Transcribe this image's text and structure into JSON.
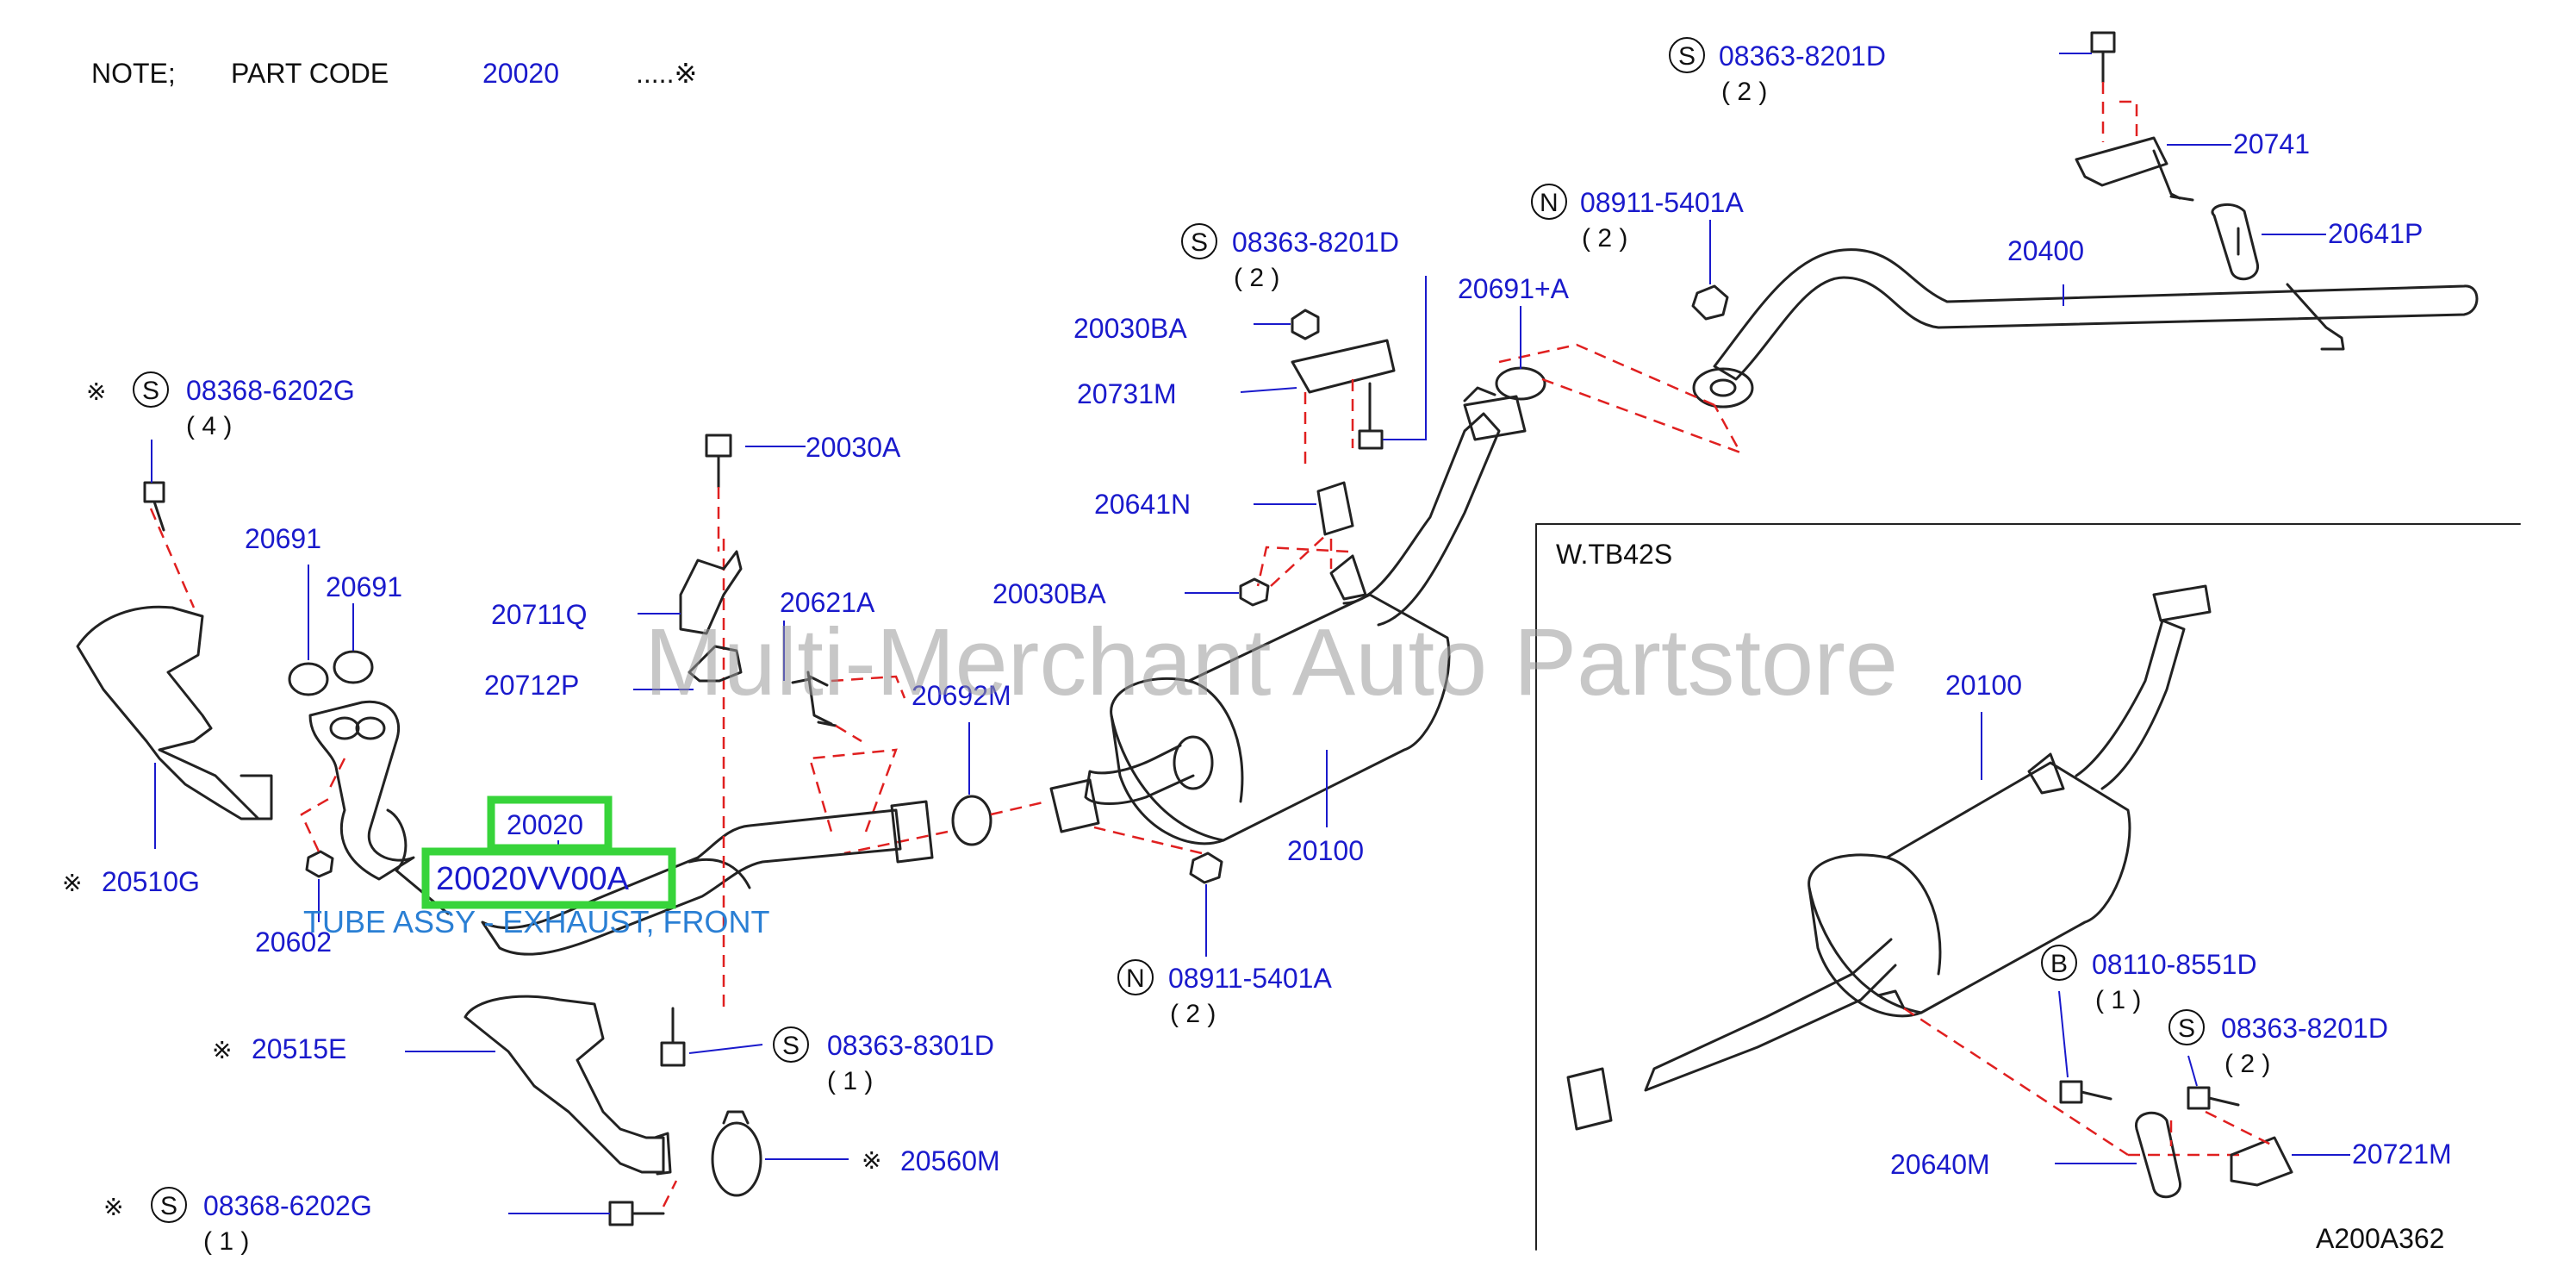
{
  "note": {
    "prefix": "NOTE;",
    "part_code_label": "PART  CODE",
    "part_code": "20020",
    "suffix": ".....※"
  },
  "watermark": "Multi-Merchant Auto Partstore",
  "inset_title": "W.TB42S",
  "figure_code": "A200A362",
  "highlight": {
    "code": "20020",
    "part_number": "20020VV00A",
    "description": "TUBE ASSY - EXHAUST, FRONT"
  },
  "labels": {
    "s_08363_8201D_top": "08363-8201D",
    "s_08363_8201D_top_qty": "( 2 )",
    "p20741": "20741",
    "n_08911_5401A_top": "08911-5401A",
    "n_08911_5401A_top_qty": "( 2 )",
    "p20400": "20400",
    "p20641P": "20641P",
    "s_08363_8201D_mid": "08363-8201D",
    "s_08363_8201D_mid_qty": "( 2 )",
    "p20691A": "20691+A",
    "p20030BA_a": "20030BA",
    "p20731M": "20731M",
    "s_08368_6202G_a": "08368-6202G",
    "s_08368_6202G_a_qty": "( 4 )",
    "p20030A": "20030A",
    "p20641N": "20641N",
    "p20691_a": "20691",
    "p20691_b": "20691",
    "p20030BA_b": "20030BA",
    "p20711Q": "20711Q",
    "p20621A": "20621A",
    "p20712P": "20712P",
    "p20692M": "20692M",
    "p20510G": "20510G",
    "p20100_main": "20100",
    "p20602": "20602",
    "n_08911_5401A_bot": "08911-5401A",
    "n_08911_5401A_bot_qty": "( 2 )",
    "p20515E": "20515E",
    "s_08363_8301D": "08363-8301D",
    "s_08363_8301D_qty": "( 1 )",
    "p20560M": "20560M",
    "s_08368_6202G_b": "08368-6202G",
    "s_08368_6202G_b_qty": "( 1 )",
    "p20100_inset": "20100",
    "b_08110_8551D": "08110-8551D",
    "b_08110_8551D_qty": "( 1 )",
    "s_08363_8201D_inset": "08363-8201D",
    "s_08363_8201D_inset_qty": "( 2 )",
    "p20640M": "20640M",
    "p20721M": "20721M"
  },
  "marks": {
    "S": "S",
    "N": "N",
    "B": "B",
    "ref": "※"
  }
}
